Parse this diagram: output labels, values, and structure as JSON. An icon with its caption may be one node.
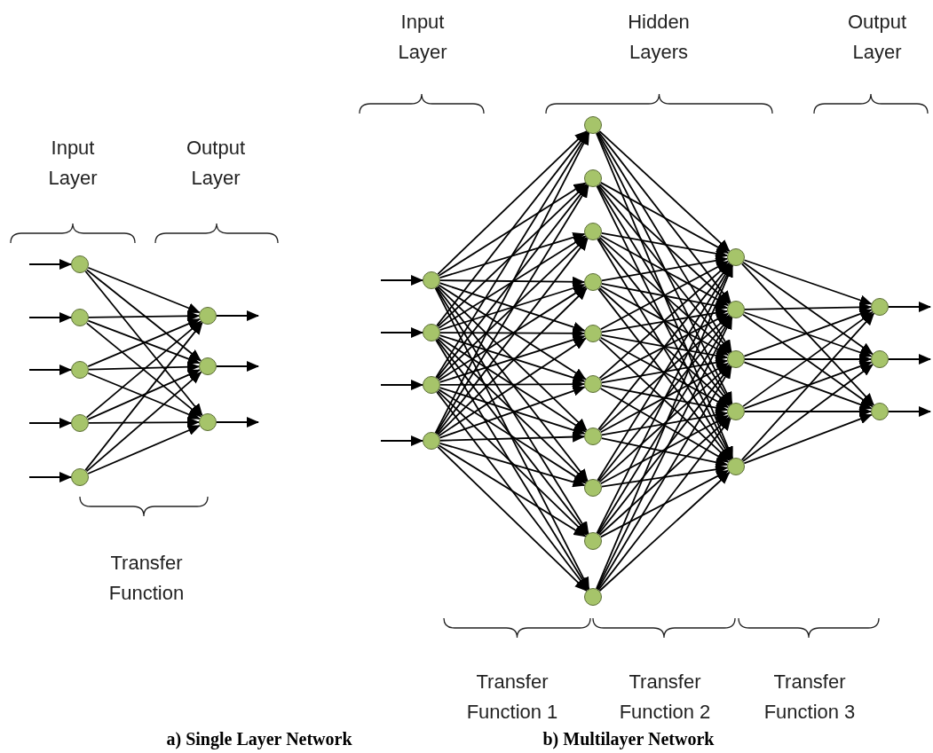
{
  "diagram": {
    "nodes": [
      {
        "text": [],
        "shape": "circle"
      },
      {
        "text": [],
        "shape": "circle"
      },
      {
        "text": [],
        "shape": "circle"
      },
      {
        "text": [],
        "shape": "circle"
      },
      {
        "text": [],
        "shape": "circle"
      },
      {
        "text": [],
        "shape": "circle"
      },
      {
        "text": [],
        "shape": "circle"
      },
      {
        "text": [],
        "shape": "circle"
      },
      {
        "text": [],
        "shape": "circle"
      },
      {
        "text": [],
        "shape": "circle"
      },
      {
        "text": [],
        "shape": "circle"
      },
      {
        "text": [],
        "shape": "circle"
      },
      {
        "text": [],
        "shape": "circle"
      },
      {
        "text": [],
        "shape": "circle"
      },
      {
        "text": [],
        "shape": "circle"
      },
      {
        "text": [],
        "shape": "circle"
      },
      {
        "text": [],
        "shape": "circle"
      },
      {
        "text": [],
        "shape": "circle"
      },
      {
        "text": [],
        "shape": "circle"
      },
      {
        "text": [],
        "shape": "circle"
      },
      {
        "text": [],
        "shape": "circle"
      },
      {
        "text": [],
        "shape": "circle"
      },
      {
        "text": [],
        "shape": "circle"
      },
      {
        "text": [],
        "shape": "circle"
      },
      {
        "text": [],
        "shape": "circle"
      },
      {
        "text": [],
        "shape": "circle"
      },
      {
        "text": [],
        "shape": "circle"
      },
      {
        "text": [],
        "shape": "circle"
      },
      {
        "text": [],
        "shape": "circle"
      },
      {
        "text": [],
        "shape": "circle"
      }
    ],
    "edges": [
      {
        "from": null,
        "to": 0,
        "arrow": "to"
      },
      {
        "from": null,
        "to": 1,
        "arrow": "to"
      },
      {
        "from": null,
        "to": 2,
        "arrow": "to"
      },
      {
        "from": null,
        "to": 3,
        "arrow": "to"
      },
      {
        "from": null,
        "to": 4,
        "arrow": "to"
      },
      {
        "from": 0,
        "to": 5,
        "arrow": "to"
      },
      {
        "from": 0,
        "to": 6,
        "arrow": "to"
      },
      {
        "from": 0,
        "to": 7,
        "arrow": "to"
      },
      {
        "from": 1,
        "to": 5,
        "arrow": "to"
      },
      {
        "from": 1,
        "to": 6,
        "arrow": "to"
      },
      {
        "from": 1,
        "to": 7,
        "arrow": "to"
      },
      {
        "from": 2,
        "to": 5,
        "arrow": "to"
      },
      {
        "from": 2,
        "to": 6,
        "arrow": "to"
      },
      {
        "from": 2,
        "to": 7,
        "arrow": "to"
      },
      {
        "from": 3,
        "to": 5,
        "arrow": "to"
      },
      {
        "from": 3,
        "to": 6,
        "arrow": "to"
      },
      {
        "from": 3,
        "to": 7,
        "arrow": "to"
      },
      {
        "from": 4,
        "to": 5,
        "arrow": "to"
      },
      {
        "from": 4,
        "to": 6,
        "arrow": "to"
      },
      {
        "from": 4,
        "to": 7,
        "arrow": "to"
      },
      {
        "from": 5,
        "to": null,
        "arrow": "to"
      },
      {
        "from": 6,
        "to": null,
        "arrow": "to"
      },
      {
        "from": 7,
        "to": null,
        "arrow": "to"
      },
      {
        "from": null,
        "to": 8,
        "arrow": "to"
      },
      {
        "from": null,
        "to": 9,
        "arrow": "to"
      },
      {
        "from": null,
        "to": 10,
        "arrow": "to"
      },
      {
        "from": null,
        "to": 11,
        "arrow": "to"
      },
      {
        "from": 8,
        "to": 12,
        "arrow": "to"
      },
      {
        "from": 8,
        "to": 13,
        "arrow": "to"
      },
      {
        "from": 8,
        "to": 14,
        "arrow": "to"
      },
      {
        "from": 8,
        "to": 15,
        "arrow": "to"
      },
      {
        "from": 8,
        "to": 16,
        "arrow": "to"
      },
      {
        "from": 8,
        "to": 17,
        "arrow": "to"
      },
      {
        "from": 8,
        "to": 18,
        "arrow": "to"
      },
      {
        "from": 8,
        "to": 19,
        "arrow": "to"
      },
      {
        "from": 8,
        "to": 20,
        "arrow": "to"
      },
      {
        "from": 8,
        "to": 21,
        "arrow": "to"
      },
      {
        "from": 9,
        "to": 12,
        "arrow": "to"
      },
      {
        "from": 9,
        "to": 13,
        "arrow": "to"
      },
      {
        "from": 9,
        "to": 14,
        "arrow": "to"
      },
      {
        "from": 9,
        "to": 15,
        "arrow": "to"
      },
      {
        "from": 9,
        "to": 16,
        "arrow": "to"
      },
      {
        "from": 9,
        "to": 17,
        "arrow": "to"
      },
      {
        "from": 9,
        "to": 18,
        "arrow": "to"
      },
      {
        "from": 9,
        "to": 19,
        "arrow": "to"
      },
      {
        "from": 9,
        "to": 20,
        "arrow": "to"
      },
      {
        "from": 9,
        "to": 21,
        "arrow": "to"
      },
      {
        "from": 10,
        "to": 12,
        "arrow": "to"
      },
      {
        "from": 10,
        "to": 13,
        "arrow": "to"
      },
      {
        "from": 10,
        "to": 14,
        "arrow": "to"
      },
      {
        "from": 10,
        "to": 15,
        "arrow": "to"
      },
      {
        "from": 10,
        "to": 16,
        "arrow": "to"
      },
      {
        "from": 10,
        "to": 17,
        "arrow": "to"
      },
      {
        "from": 10,
        "to": 18,
        "arrow": "to"
      },
      {
        "from": 10,
        "to": 19,
        "arrow": "to"
      },
      {
        "from": 10,
        "to": 20,
        "arrow": "to"
      },
      {
        "from": 10,
        "to": 21,
        "arrow": "to"
      },
      {
        "from": 11,
        "to": 12,
        "arrow": "to"
      },
      {
        "from": 11,
        "to": 13,
        "arrow": "to"
      },
      {
        "from": 11,
        "to": 14,
        "arrow": "to"
      },
      {
        "from": 11,
        "to": 15,
        "arrow": "to"
      },
      {
        "from": 11,
        "to": 16,
        "arrow": "to"
      },
      {
        "from": 11,
        "to": 17,
        "arrow": "to"
      },
      {
        "from": 11,
        "to": 18,
        "arrow": "to"
      },
      {
        "from": 11,
        "to": 19,
        "arrow": "to"
      },
      {
        "from": 11,
        "to": 20,
        "arrow": "to"
      },
      {
        "from": 11,
        "to": 21,
        "arrow": "to"
      },
      {
        "from": 12,
        "to": 22,
        "arrow": "to"
      },
      {
        "from": 12,
        "to": 23,
        "arrow": "to"
      },
      {
        "from": 12,
        "to": 24,
        "arrow": "to"
      },
      {
        "from": 12,
        "to": 25,
        "arrow": "to"
      },
      {
        "from": 12,
        "to": 26,
        "arrow": "to"
      },
      {
        "from": 13,
        "to": 22,
        "arrow": "to"
      },
      {
        "from": 13,
        "to": 23,
        "arrow": "to"
      },
      {
        "from": 13,
        "to": 24,
        "arrow": "to"
      },
      {
        "from": 13,
        "to": 25,
        "arrow": "to"
      },
      {
        "from": 13,
        "to": 26,
        "arrow": "to"
      },
      {
        "from": 14,
        "to": 22,
        "arrow": "to"
      },
      {
        "from": 14,
        "to": 23,
        "arrow": "to"
      },
      {
        "from": 14,
        "to": 24,
        "arrow": "to"
      },
      {
        "from": 14,
        "to": 25,
        "arrow": "to"
      },
      {
        "from": 14,
        "to": 26,
        "arrow": "to"
      },
      {
        "from": 15,
        "to": 22,
        "arrow": "to"
      },
      {
        "from": 15,
        "to": 23,
        "arrow": "to"
      },
      {
        "from": 15,
        "to": 24,
        "arrow": "to"
      },
      {
        "from": 15,
        "to": 25,
        "arrow": "to"
      },
      {
        "from": 15,
        "to": 26,
        "arrow": "to"
      },
      {
        "from": 16,
        "to": 22,
        "arrow": "to"
      },
      {
        "from": 16,
        "to": 23,
        "arrow": "to"
      },
      {
        "from": 16,
        "to": 24,
        "arrow": "to"
      },
      {
        "from": 16,
        "to": 25,
        "arrow": "to"
      },
      {
        "from": 16,
        "to": 26,
        "arrow": "to"
      },
      {
        "from": 17,
        "to": 22,
        "arrow": "to"
      },
      {
        "from": 17,
        "to": 23,
        "arrow": "to"
      },
      {
        "from": 17,
        "to": 24,
        "arrow": "to"
      },
      {
        "from": 17,
        "to": 25,
        "arrow": "to"
      },
      {
        "from": 17,
        "to": 26,
        "arrow": "to"
      },
      {
        "from": 18,
        "to": 22,
        "arrow": "to"
      },
      {
        "from": 18,
        "to": 23,
        "arrow": "to"
      },
      {
        "from": 18,
        "to": 24,
        "arrow": "to"
      },
      {
        "from": 18,
        "to": 25,
        "arrow": "to"
      },
      {
        "from": 18,
        "to": 26,
        "arrow": "to"
      },
      {
        "from": 19,
        "to": 22,
        "arrow": "to"
      },
      {
        "from": 19,
        "to": 23,
        "arrow": "to"
      },
      {
        "from": 19,
        "to": 24,
        "arrow": "to"
      },
      {
        "from": 19,
        "to": 25,
        "arrow": "to"
      },
      {
        "from": 19,
        "to": 26,
        "arrow": "to"
      },
      {
        "from": 20,
        "to": 22,
        "arrow": "to"
      },
      {
        "from": 20,
        "to": 23,
        "arrow": "to"
      },
      {
        "from": 20,
        "to": 24,
        "arrow": "to"
      },
      {
        "from": 20,
        "to": 25,
        "arrow": "to"
      },
      {
        "from": 20,
        "to": 26,
        "arrow": "to"
      },
      {
        "from": 21,
        "to": 22,
        "arrow": "to"
      },
      {
        "from": 21,
        "to": 23,
        "arrow": "to"
      },
      {
        "from": 21,
        "to": 24,
        "arrow": "to"
      },
      {
        "from": 21,
        "to": 25,
        "arrow": "to"
      },
      {
        "from": 21,
        "to": 26,
        "arrow": "to"
      },
      {
        "from": 22,
        "to": 27,
        "arrow": "to"
      },
      {
        "from": 22,
        "to": 28,
        "arrow": "to"
      },
      {
        "from": 22,
        "to": 29,
        "arrow": "to"
      },
      {
        "from": 23,
        "to": 27,
        "arrow": "to"
      },
      {
        "from": 23,
        "to": 28,
        "arrow": "to"
      },
      {
        "from": 23,
        "to": 29,
        "arrow": "to"
      },
      {
        "from": 24,
        "to": 27,
        "arrow": "to"
      },
      {
        "from": 24,
        "to": 28,
        "arrow": "to"
      },
      {
        "from": 24,
        "to": 29,
        "arrow": "to"
      },
      {
        "from": 25,
        "to": 27,
        "arrow": "to"
      },
      {
        "from": 25,
        "to": 28,
        "arrow": "to"
      },
      {
        "from": 25,
        "to": 29,
        "arrow": "to"
      },
      {
        "from": 26,
        "to": 27,
        "arrow": "to"
      },
      {
        "from": 26,
        "to": 28,
        "arrow": "to"
      },
      {
        "from": 26,
        "to": 29,
        "arrow": "to"
      },
      {
        "from": 27,
        "to": null,
        "arrow": "to"
      },
      {
        "from": 28,
        "to": null,
        "arrow": "to"
      },
      {
        "from": 29,
        "to": null,
        "arrow": "to"
      }
    ],
    "labels": [
      "Input Layer",
      "Hidden Layers",
      "Output Layer",
      "Input Layer",
      "Output Layer",
      "Transfer Function",
      "Transfer Function 1",
      "Transfer Function 2",
      "Transfer Function 3",
      "a) Single Layer Network",
      "b) Multilayer Network"
    ]
  }
}
